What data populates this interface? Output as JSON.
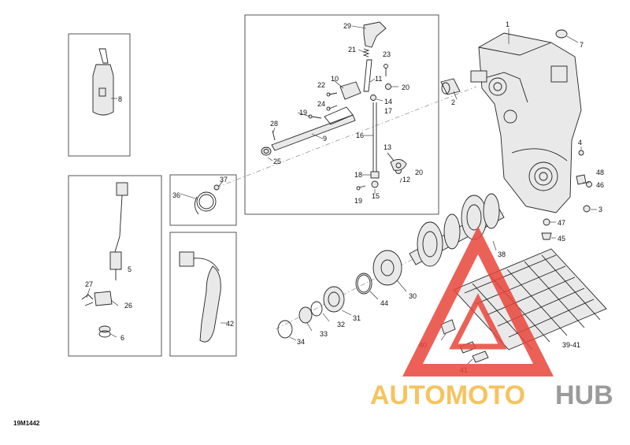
{
  "diagram_code": "19M1442",
  "watermark": {
    "word1": "AUTOMOTO",
    "word2": "HUB",
    "color1": "#f5b942",
    "color2": "#8a8a8a",
    "triangle_color": "#e8463c"
  },
  "callouts": {
    "c1": "1",
    "c2": "2",
    "c3": "3",
    "c4": "4",
    "c5": "5",
    "c6": "6",
    "c7": "7",
    "c8": "8",
    "c9": "9",
    "c10": "10",
    "c11": "11",
    "c12": "12",
    "c13": "13",
    "c14": "14",
    "c15": "15",
    "c16": "16",
    "c17": "17",
    "c18": "18",
    "c19a": "19",
    "c19b": "19",
    "c20a": "20",
    "c20b": "20",
    "c21": "21",
    "c22": "22",
    "c23": "23",
    "c24": "24",
    "c25": "25",
    "c26": "26",
    "c27": "27",
    "c28": "28",
    "c29": "29",
    "c30": "30",
    "c31": "31",
    "c32": "32",
    "c33": "33",
    "c34": "34",
    "c36": "36",
    "c37": "37",
    "c38": "38",
    "c3941": "39-41",
    "c40": "40",
    "c41": "41",
    "c42": "42",
    "c44": "44",
    "c45": "45",
    "c46": "46",
    "c47": "47",
    "c48": "48"
  }
}
